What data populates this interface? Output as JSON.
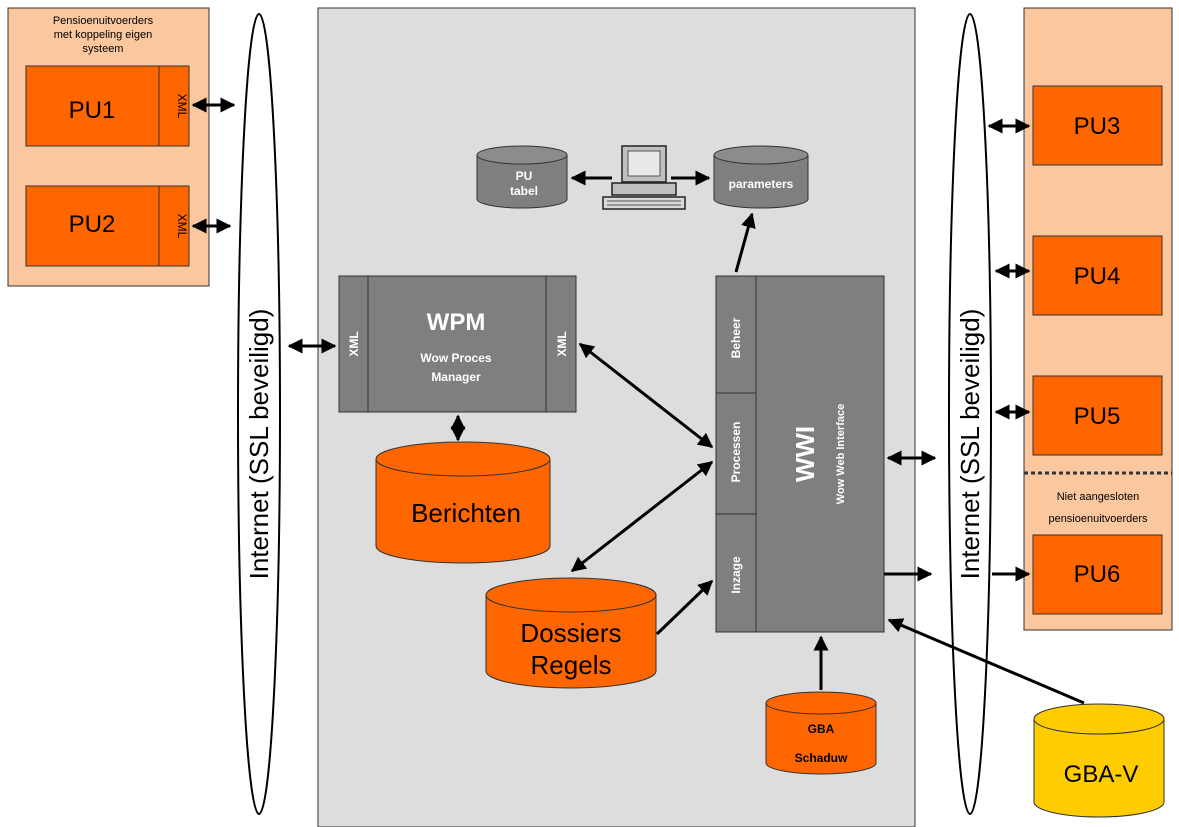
{
  "left_panel": {
    "caption_line1": "Pensioenuitvoerders",
    "caption_line2": "met koppeling eigen",
    "caption_line3": "systeem"
  },
  "pu1": {
    "label": "PU1",
    "tag": "XML"
  },
  "pu2": {
    "label": "PU2",
    "tag": "XML"
  },
  "internet_left": "Internet (SSL beveiligd)",
  "internet_right": "Internet (SSL beveiligd)",
  "wpm": {
    "left_tag": "XML",
    "right_tag": "XML",
    "title": "WPM",
    "sub1": "Wow Proces",
    "sub2": "Manager"
  },
  "berichten": "Berichten",
  "dossiers": {
    "line1": "Dossiers",
    "line2": "Regels"
  },
  "pu_tabel": {
    "line1": "PU",
    "line2": "tabel"
  },
  "parameters": "parameters",
  "wwi": {
    "title": "WWI",
    "subtitle": "Wow Web Interface",
    "beheer": "Beheer",
    "processen": "Processen",
    "inzage": "Inzage"
  },
  "gba_schaduw": {
    "line1": "GBA",
    "line2": "Schaduw"
  },
  "gba_v": "GBA-V",
  "right_panel": {
    "pu3": "PU3",
    "pu4": "PU4",
    "pu5": "PU5",
    "pu6": "PU6",
    "niet_line1": "Niet aangesloten",
    "niet_line2": "pensioenuitvoerders"
  },
  "colors": {
    "orange": "#ff6600",
    "panel": "#fbc79e",
    "grey_box": "#7f7f7f",
    "center_bg": "#dddddd",
    "gba_yellow": "#ffcc00"
  }
}
